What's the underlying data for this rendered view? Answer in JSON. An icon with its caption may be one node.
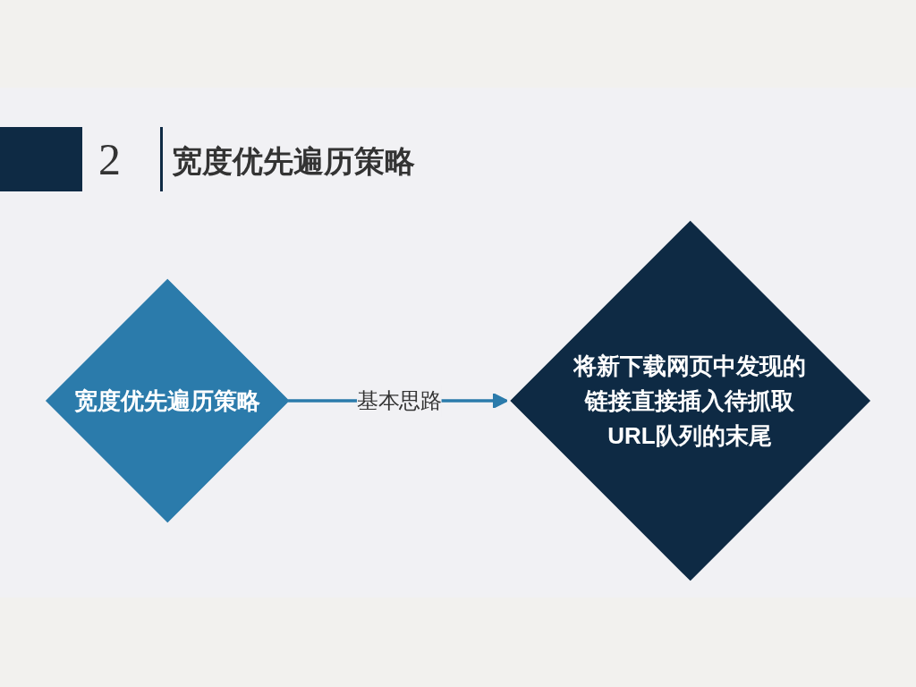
{
  "diagram": {
    "title": "宽度优先遍历策略",
    "nodes": [
      {
        "text": [
          "宽度优先遍历策略"
        ]
      },
      {
        "text": [
          "将新下载网页中发现的链接直接插入待抓取URL队列的末尾"
        ]
      }
    ],
    "edges": [
      {
        "from": 0,
        "to": 1,
        "arrow": "to",
        "label": "基本思路",
        "color": "#2b7bab"
      }
    ],
    "labels": [
      "2"
    ]
  }
}
